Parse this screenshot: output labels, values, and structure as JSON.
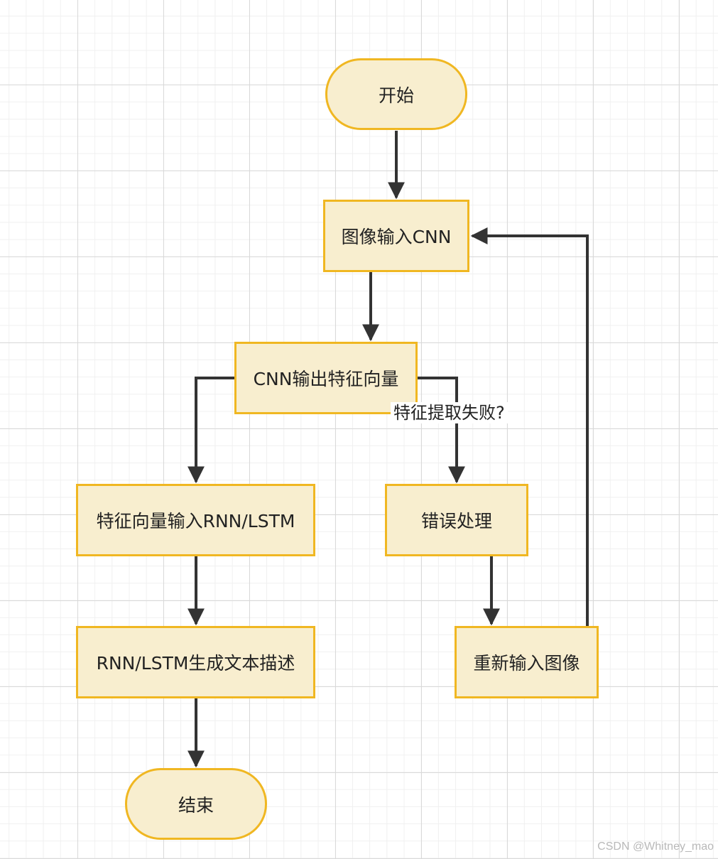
{
  "nodes": {
    "start": "开始",
    "cnn_input": "图像输入CNN",
    "cnn_output": "CNN输出特征向量",
    "rnn_input": "特征向量输入RNN/LSTM",
    "error_handling": "错误处理",
    "rnn_generate": "RNN/LSTM生成文本描述",
    "reinput": "重新输入图像",
    "end": "结束"
  },
  "edge_labels": {
    "feature_fail": "特征提取失败?"
  },
  "watermark": "CSDN @Whitney_mao",
  "colors": {
    "node_fill": "#f8eecf",
    "node_border": "#f0b722",
    "edge": "#333333"
  }
}
